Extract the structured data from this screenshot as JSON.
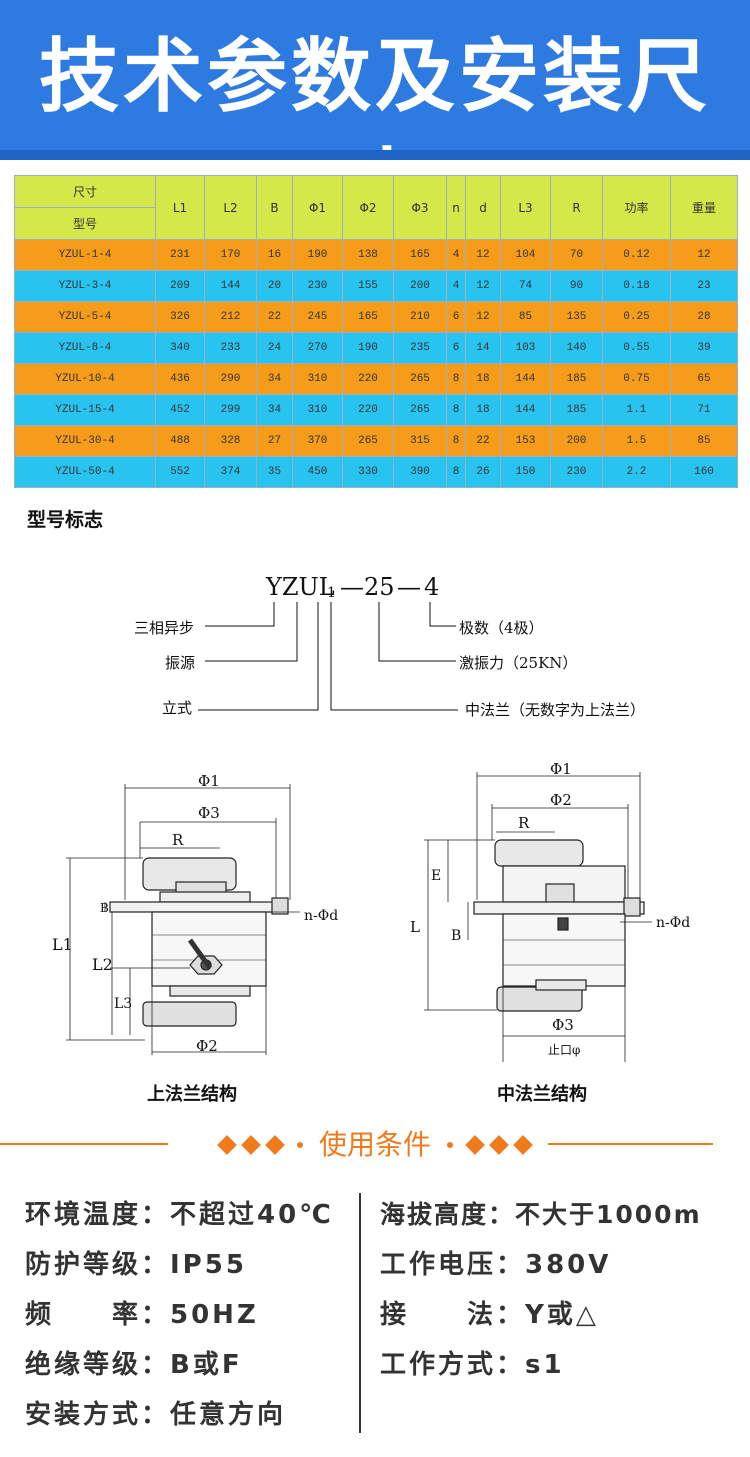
{
  "banner": {
    "title": "技术参数及安装尺寸"
  },
  "table": {
    "header": {
      "size_label": "尺寸",
      "model_label": "型号",
      "columns": [
        "L1",
        "L2",
        "B",
        "Φ1",
        "Φ2",
        "Φ3",
        "n",
        "d",
        "L3",
        "R",
        "功率",
        "重量"
      ]
    },
    "rows": [
      [
        "YZUL-1-4",
        "231",
        "170",
        "16",
        "190",
        "138",
        "165",
        "4",
        "12",
        "104",
        "70",
        "0.12",
        "12"
      ],
      [
        "YZUL-3-4",
        "209",
        "144",
        "20",
        "230",
        "155",
        "200",
        "4",
        "12",
        "74",
        "90",
        "0.18",
        "23"
      ],
      [
        "YZUL-5-4",
        "326",
        "212",
        "22",
        "245",
        "165",
        "210",
        "6",
        "12",
        "85",
        "135",
        "0.25",
        "28"
      ],
      [
        "YZUL-8-4",
        "340",
        "233",
        "24",
        "270",
        "190",
        "235",
        "6",
        "14",
        "103",
        "140",
        "0.55",
        "39"
      ],
      [
        "YZUL-10-4",
        "436",
        "290",
        "34",
        "310",
        "220",
        "265",
        "8",
        "18",
        "144",
        "185",
        "0.75",
        "65"
      ],
      [
        "YZUL-15-4",
        "452",
        "299",
        "34",
        "310",
        "220",
        "265",
        "8",
        "18",
        "144",
        "185",
        "1.1",
        "71"
      ],
      [
        "YZUL-30-4",
        "488",
        "328",
        "27",
        "370",
        "265",
        "315",
        "8",
        "22",
        "153",
        "200",
        "1.5",
        "85"
      ],
      [
        "YZUL-50-4",
        "552",
        "374",
        "35",
        "450",
        "330",
        "390",
        "8",
        "26",
        "150",
        "230",
        "2.2",
        "160"
      ]
    ]
  },
  "model_section": {
    "title": "型号标志",
    "code_main": "YZUL",
    "code_sub": "1",
    "code_dash1": "—",
    "code_num": "25",
    "code_dash2": "—",
    "code_pole": "4",
    "labels": {
      "three_phase": "三相异步",
      "vibration_source": "振源",
      "vertical": "立式",
      "poles": "极数（4极）",
      "exciting_force": "激振力（25KN）",
      "middle_flange": "中法兰（无数字为上法兰）"
    }
  },
  "drawings": {
    "left": {
      "caption": "上法兰结构",
      "phi1": "Φ1",
      "phi3": "Φ3",
      "phi2": "Φ2",
      "r": "R",
      "b": "B",
      "l1": "L1",
      "l2": "L2",
      "l3": "L3",
      "nd": "n-Φd"
    },
    "right": {
      "caption": "中法兰结构",
      "phi1": "Φ1",
      "phi2": "Φ2",
      "phi3": "Φ3",
      "r": "R",
      "e": "E",
      "l": "L",
      "b": "B",
      "nd": "n-Φd",
      "stop": "止口φ"
    }
  },
  "conditions": {
    "title": "使用条件",
    "left": [
      "环境温度：不超过40℃",
      "防护等级：IP55",
      "频　　率：50HZ",
      "绝缘等级：B或F",
      "安装方式：任意方向"
    ],
    "right": [
      "海拔高度：不大于1000m",
      "工作电压：380V",
      "接　　法：Y或△",
      "工作方式：s1"
    ]
  },
  "colors": {
    "banner_blue": "#2d7ae0",
    "header_yellow": "#d4e84a",
    "row_orange": "#f59c1a",
    "row_cyan": "#29c3f0",
    "accent_orange": "#f07b1d"
  }
}
